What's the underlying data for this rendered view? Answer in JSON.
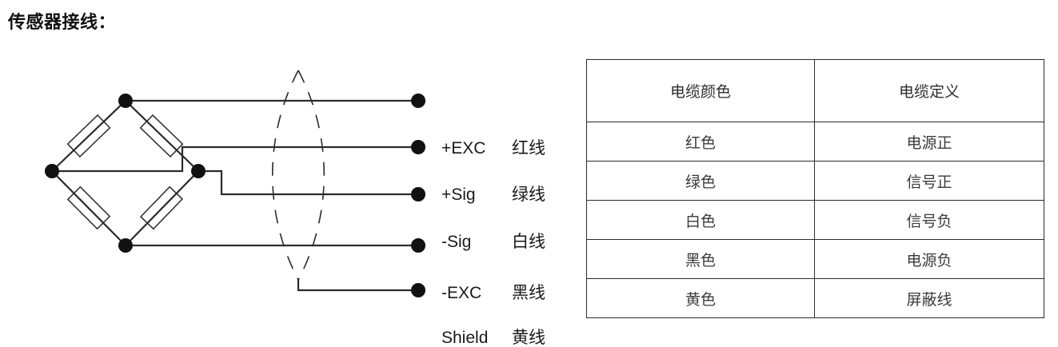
{
  "title": "传感器接线：",
  "diagram": {
    "name": "wheatstone-bridge-wiring",
    "bridge": {
      "node_top": "bridge-node-top",
      "node_left": "bridge-node-left",
      "node_right": "bridge-node-right",
      "node_bottom": "bridge-node-bottom",
      "resistors": [
        "resistor-top-left",
        "resistor-top-right",
        "resistor-bottom-left",
        "resistor-bottom-right"
      ]
    },
    "shield_symbol": "cable-shield-lens",
    "terminals": [
      {
        "signal": "+EXC",
        "color_label": "红线"
      },
      {
        "signal": "+Sig",
        "color_label": "绿线"
      },
      {
        "signal": "-Sig",
        "color_label": "白线"
      },
      {
        "signal": "-EXC",
        "color_label": "黑线"
      },
      {
        "signal": "Shield",
        "color_label": "黄线"
      }
    ]
  },
  "table": {
    "headers": [
      "电缆颜色",
      "电缆定义"
    ],
    "rows": [
      [
        "红色",
        "电源正"
      ],
      [
        "绿色",
        "信号正"
      ],
      [
        "白色",
        "信号负"
      ],
      [
        "黑色",
        "电源负"
      ],
      [
        "黄色",
        "屏蔽线"
      ]
    ]
  },
  "colors": {
    "line": "#2b2b2b",
    "text": "#1a1a1a",
    "table_border": "#2b2b2b",
    "background": "#ffffff"
  }
}
